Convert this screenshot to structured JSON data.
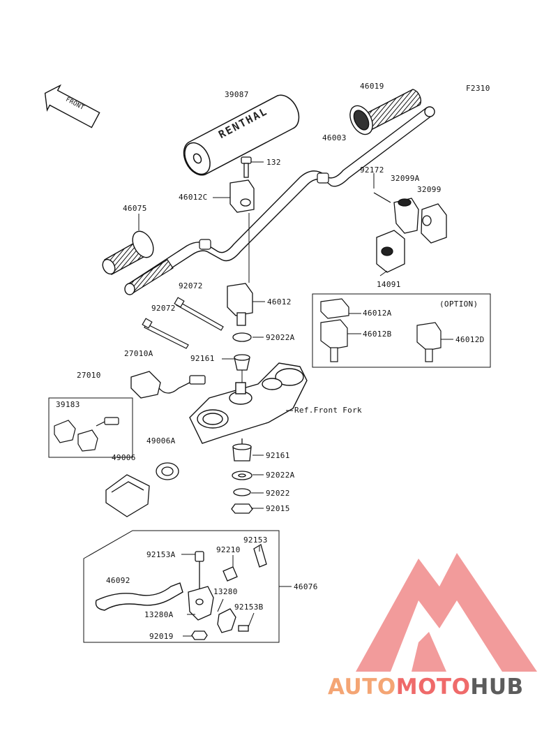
{
  "figure_code": "F2310",
  "front_arrow": "FRONT",
  "bar_pad_print": "RENTHAL",
  "option_label": "(OPTION)",
  "ref_note": "Ref.Front Fork",
  "parts": {
    "p39087": "39087",
    "p46019": "46019",
    "p46003": "46003",
    "p132": "132",
    "p46012C": "46012C",
    "p92172": "92172",
    "p32099A": "32099A",
    "p32099": "32099",
    "p46075": "46075",
    "p14091": "14091",
    "p92072a": "92072",
    "p92072b": "92072",
    "p46012": "46012",
    "p92022A_top": "92022A",
    "p46012A": "46012A",
    "p46012B": "46012B",
    "p46012D": "46012D",
    "p27010A": "27010A",
    "p92161_top": "92161",
    "p27010": "27010",
    "p39183": "39183",
    "p49006A": "49006A",
    "p49006": "49006",
    "p92161_bot": "92161",
    "p92022A_bot": "92022A",
    "p92022": "92022",
    "p92015": "92015",
    "p92153A": "92153A",
    "p92210": "92210",
    "p92153": "92153",
    "p46092": "46092",
    "p46076": "46076",
    "p13280": "13280",
    "p13280A": "13280A",
    "p92153B": "92153B",
    "p92019": "92019"
  },
  "watermark": {
    "part1": "AUTO",
    "part2": "MOTO",
    "part3": "HUB",
    "color_orange": "#f4a574",
    "color_red": "#ef6a6a",
    "color_gray": "#5c5c5c"
  }
}
